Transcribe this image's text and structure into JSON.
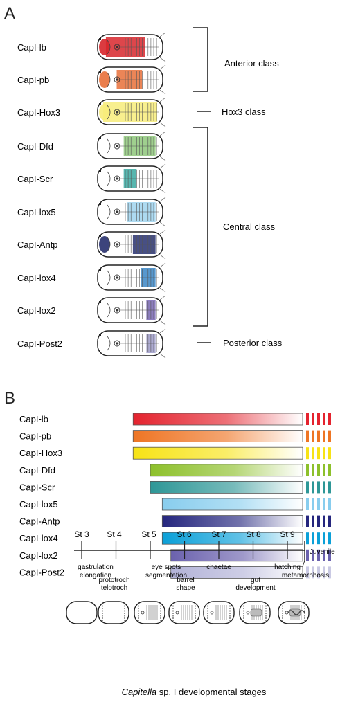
{
  "panel_a": {
    "letter": "A",
    "genes": [
      {
        "name": "CapI-lb",
        "color": "#d7262b",
        "from": 0.05,
        "to": 0.78,
        "head": true
      },
      {
        "name": "CapI-pb",
        "color": "#e8703a",
        "from": 0.25,
        "to": 0.72,
        "head": true
      },
      {
        "name": "CapI-Hox3",
        "color": "#f7ec7a",
        "from": 0.0,
        "to": 1.0,
        "head": true
      },
      {
        "name": "CapI-Dfd",
        "color": "#8ec77a",
        "from": 0.38,
        "to": 0.97,
        "head": false
      },
      {
        "name": "CapI-Scr",
        "color": "#3aa9a1",
        "from": 0.38,
        "to": 0.62,
        "head": false
      },
      {
        "name": "CapI-lox5",
        "color": "#9fd3ee",
        "from": 0.45,
        "to": 0.97,
        "head": false
      },
      {
        "name": "CapI-Antp",
        "color": "#27306e",
        "from": 0.55,
        "to": 0.97,
        "head": true
      },
      {
        "name": "CapI-lox4",
        "color": "#3a86c6",
        "from": 0.7,
        "to": 0.97,
        "head": false
      },
      {
        "name": "CapI-lox2",
        "color": "#7866b3",
        "from": 0.8,
        "to": 0.97,
        "head": false
      },
      {
        "name": "CapI-Post2",
        "color": "#9f9cc9",
        "from": 0.8,
        "to": 0.97,
        "head": false
      }
    ],
    "classes": [
      {
        "label": "Anterior class"
      },
      {
        "label": "Hox3 class"
      },
      {
        "label": "Central class"
      },
      {
        "label": "Posterior class"
      }
    ]
  },
  "panel_b": {
    "letter": "B",
    "bars": [
      {
        "name": "CapI-lb",
        "color": "#e4232e",
        "start_stage": 4.5
      },
      {
        "name": "CapI-pb",
        "color": "#ee7524",
        "start_stage": 4.5
      },
      {
        "name": "CapI-Hox3",
        "color": "#f7e316",
        "start_stage": 4.5
      },
      {
        "name": "CapI-Dfd",
        "color": "#8dc02b",
        "start_stage": 5.0
      },
      {
        "name": "CapI-Scr",
        "color": "#2e9797",
        "start_stage": 5.0
      },
      {
        "name": "CapI-lox5",
        "color": "#88cdee",
        "start_stage": 5.35
      },
      {
        "name": "CapI-Antp",
        "color": "#25267e",
        "start_stage": 5.35
      },
      {
        "name": "CapI-lox4",
        "color": "#0ba0d8",
        "start_stage": 5.35
      },
      {
        "name": "CapI-lox2",
        "color": "#6b62ae",
        "start_stage": 5.6
      },
      {
        "name": "CapI-Post2",
        "color": "#b3b3d8",
        "start_stage": 5.6
      }
    ],
    "stages": [
      "St 3",
      "St 4",
      "St 5",
      "St 6",
      "St 7",
      "St 8",
      "St 9"
    ],
    "juvenile_label": "Juvenile",
    "events": [
      {
        "line1": "gastrulation",
        "line2": "elongation"
      },
      {
        "line1": "eye spots",
        "line2": "segmentation"
      },
      {
        "line1": "chaetae",
        "line2": ""
      },
      {
        "line1": "hatching",
        "line2": ""
      },
      {
        "line1": "metamorphosis",
        "line2": ""
      }
    ],
    "sketch_labels": [
      {
        "line1": "prototroch",
        "line2": "telotroch"
      },
      {
        "line1": "barrel",
        "line2": "shape"
      },
      {
        "line1": "gut",
        "line2": "development"
      }
    ],
    "caption_species": "Capitella",
    "caption_rest": " sp. I developmental stages"
  }
}
